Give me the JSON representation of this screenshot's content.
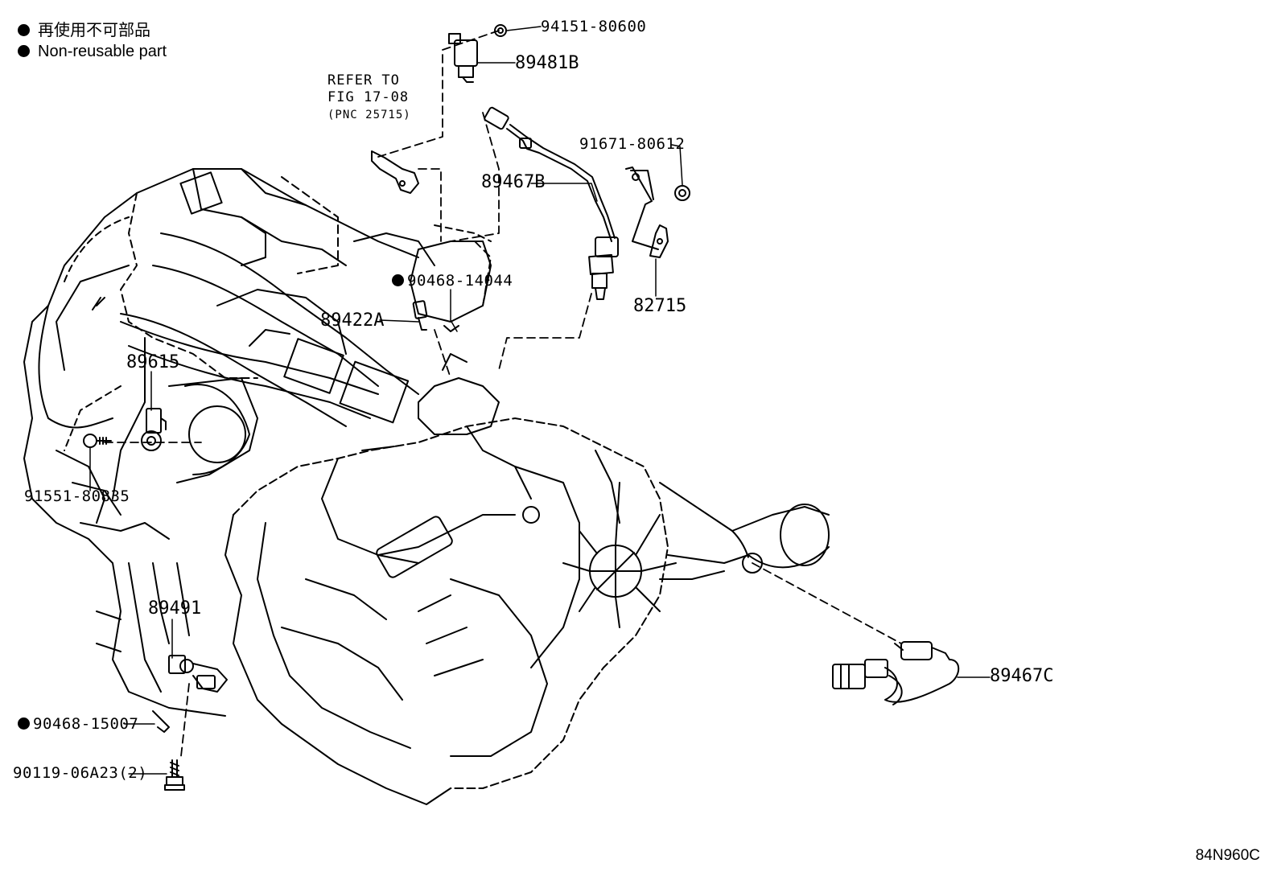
{
  "legend": {
    "japanese": "再使用不可部品",
    "english": "Non-reusable part"
  },
  "reference_note": {
    "line1": "REFER TO",
    "line2": "FIG 17-08",
    "line3": "(PNC 25715)"
  },
  "parts": [
    {
      "id": "p1",
      "number": "94151-80600",
      "non_reusable": false
    },
    {
      "id": "p2",
      "number": "89481B",
      "non_reusable": false
    },
    {
      "id": "p3",
      "number": "91671-80612",
      "non_reusable": false
    },
    {
      "id": "p4",
      "number": "89467B",
      "non_reusable": false
    },
    {
      "id": "p5",
      "number": "82715",
      "non_reusable": false
    },
    {
      "id": "p6",
      "number": "90468-14044",
      "non_reusable": true
    },
    {
      "id": "p7",
      "number": "89422A",
      "non_reusable": false
    },
    {
      "id": "p8",
      "number": "89615",
      "non_reusable": false
    },
    {
      "id": "p9",
      "number": "91551-80835",
      "non_reusable": false
    },
    {
      "id": "p10",
      "number": "89491",
      "non_reusable": false
    },
    {
      "id": "p11",
      "number": "90468-15007",
      "non_reusable": true
    },
    {
      "id": "p12",
      "number": "90119-06A23(2)",
      "non_reusable": false
    },
    {
      "id": "p13",
      "number": "89467C",
      "non_reusable": false
    }
  ],
  "figure_code": "84N960C",
  "colors": {
    "line": "#000000",
    "background": "#ffffff"
  }
}
